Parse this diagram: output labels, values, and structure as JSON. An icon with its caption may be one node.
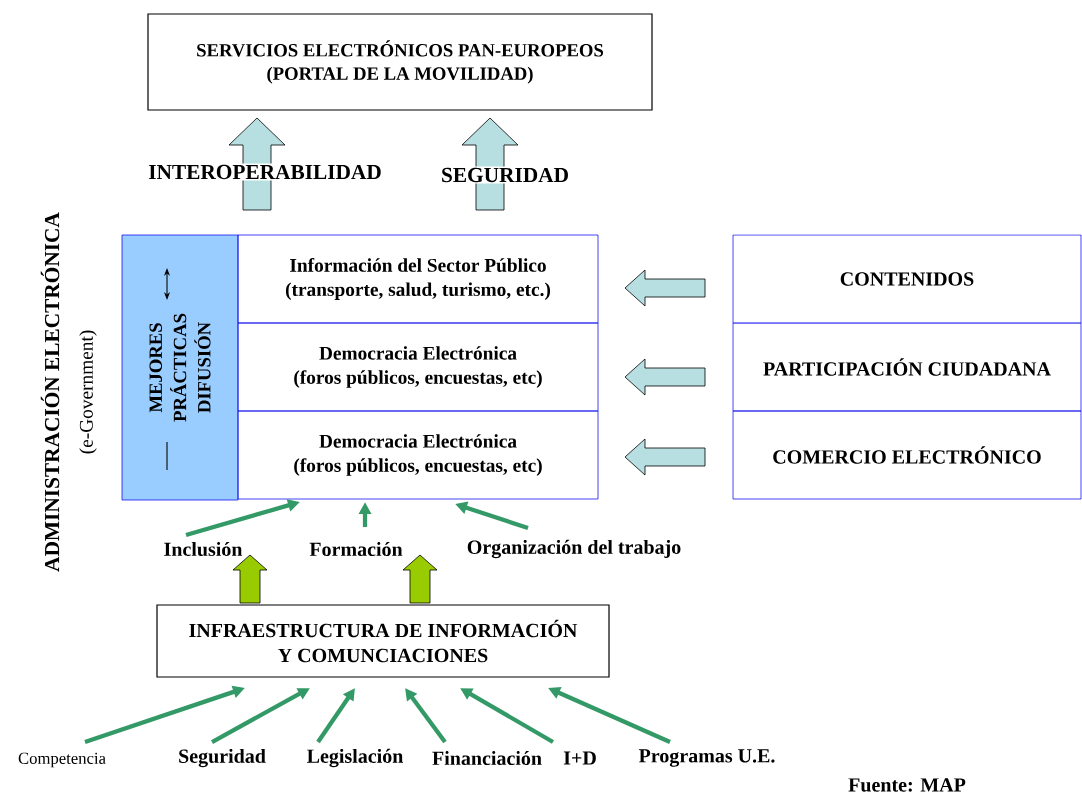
{
  "diagram": {
    "nodes": [
      {
        "text": [
          "SERVICIOS ELECTRÓNICOS PAN-EUROPEOS",
          "(PORTAL DE LA MOVILIDAD)"
        ]
      },
      {
        "text": [
          "MEJORES PRÁCTICAS DIFUSIÓN"
        ]
      },
      {
        "text": [
          "Información del Sector Público",
          "(transporte, salud, turismo, etc.)"
        ]
      },
      {
        "text": [
          "Democracia Electrónica",
          "(foros públicos, encuestas, etc)"
        ]
      },
      {
        "text": [
          "Democracia Electrónica",
          "(foros públicos, encuestas, etc)"
        ]
      },
      {
        "text": [
          "CONTENIDOS"
        ]
      },
      {
        "text": [
          "PARTICIPACIÓN CIUDADANA"
        ]
      },
      {
        "text": [
          "COMERCIO ELECTRÓNICO"
        ]
      },
      {
        "text": [
          "INFRAESTRUCTURA DE INFORMACIÓN Y COMUNCIACIONES"
        ]
      },
      {
        "text": [
          "Inclusión"
        ]
      },
      {
        "text": [
          "Formación"
        ]
      },
      {
        "text": [
          "Organización del trabajo"
        ]
      },
      {
        "text": [
          "Competencia"
        ]
      },
      {
        "text": [
          "Seguridad"
        ]
      },
      {
        "text": [
          "Legislación"
        ]
      },
      {
        "text": [
          "Financiación"
        ]
      },
      {
        "text": [
          "I+D"
        ]
      },
      {
        "text": [
          "Programas U.E."
        ]
      }
    ],
    "edges": [
      {
        "from": 2,
        "to": 0,
        "arrow": "to",
        "label": "INTEROPERABILIDAD",
        "style": "thick",
        "color": "#b7dee0"
      },
      {
        "from": 2,
        "to": 0,
        "arrow": "to",
        "label": "SEGURIDAD",
        "style": "thick",
        "color": "#b7dee0"
      },
      {
        "from": 5,
        "to": 2,
        "arrow": "to",
        "style": "thick",
        "color": "#b7dee0"
      },
      {
        "from": 6,
        "to": 3,
        "arrow": "to",
        "style": "thick",
        "color": "#b7dee0"
      },
      {
        "from": 7,
        "to": 4,
        "arrow": "to",
        "style": "thick",
        "color": "#b7dee0"
      },
      {
        "from": 8,
        "to": null,
        "arrow": "to",
        "style": "thick",
        "color": "#99cc00"
      },
      {
        "from": 8,
        "to": null,
        "arrow": "to",
        "style": "thick",
        "color": "#99cc00"
      },
      {
        "from": 9,
        "to": 4,
        "arrow": "to"
      },
      {
        "from": 10,
        "to": 4,
        "arrow": "to"
      },
      {
        "from": 11,
        "to": 4,
        "arrow": "to"
      },
      {
        "from": 12,
        "to": 8,
        "arrow": "to"
      },
      {
        "from": 13,
        "to": 8,
        "arrow": "to"
      },
      {
        "from": 14,
        "to": 8,
        "arrow": "to"
      },
      {
        "from": 15,
        "to": 8,
        "arrow": "to"
      },
      {
        "from": 16,
        "to": 8,
        "arrow": "to"
      },
      {
        "from": 17,
        "to": 8,
        "arrow": "to"
      }
    ],
    "labels": [
      "ADMINISTRACIÓN ELECTRÓNICA",
      "(e-Government)",
      "Fuente: MAP"
    ]
  }
}
